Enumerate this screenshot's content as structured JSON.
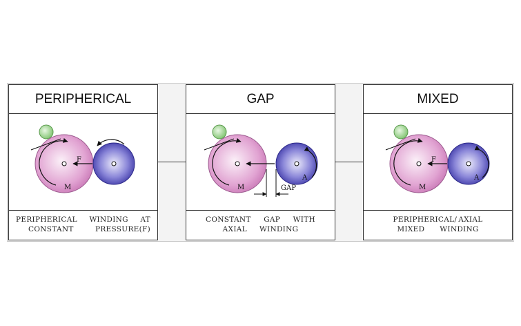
{
  "panels": [
    {
      "title": "PERIPHERICAL",
      "caption_line1": [
        "PERIPHERICAL",
        "WINDING",
        "AT"
      ],
      "caption_line2": [
        "CONSTANT",
        "PRESSURE(F)"
      ],
      "labels": {
        "force": "F",
        "motor": "M"
      }
    },
    {
      "title": "GAP",
      "caption_line1": [
        "CONSTANT",
        "GAP",
        "WITH"
      ],
      "caption_line2": [
        "AXIAL",
        "WINDING"
      ],
      "labels": {
        "motor": "M",
        "axial": "A",
        "gap": "GAP"
      }
    },
    {
      "title": "MIXED",
      "caption_line1": [
        "PERIPHERICAL/",
        "AXIAL"
      ],
      "caption_line2": [
        "MIXED",
        "WINDING"
      ],
      "labels": {
        "force": "F",
        "motor": "M",
        "axial": "A"
      }
    }
  ],
  "colors": {
    "roll_pink": "#d98cc6",
    "roll_blue": "#5a55c4",
    "small_roll_green": "#9ed48f",
    "outline": "#333333"
  }
}
